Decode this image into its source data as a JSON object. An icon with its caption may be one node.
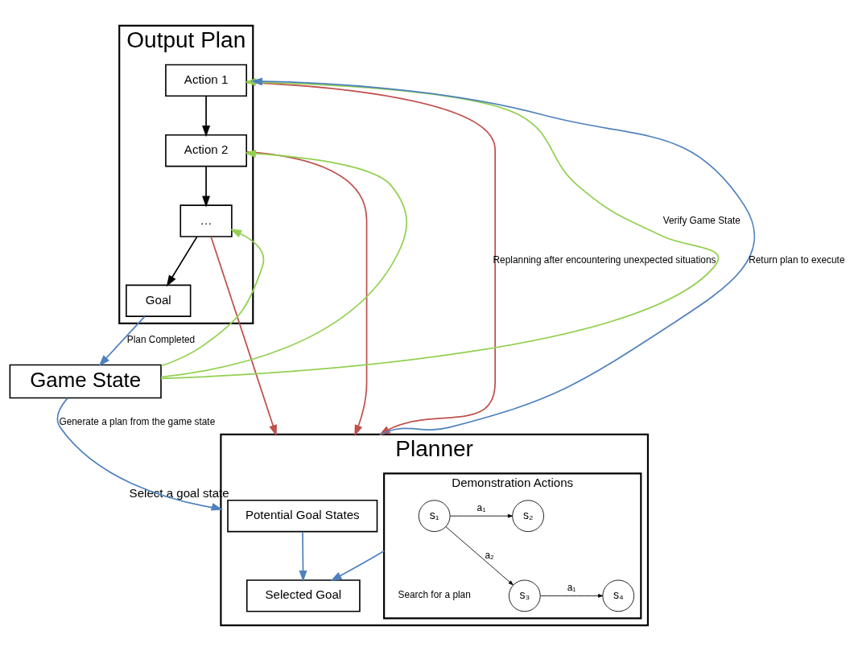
{
  "diagram": {
    "nodes": [
      {
        "text": [
          "Output Plan"
        ]
      },
      {
        "text": [
          "Action 1"
        ],
        "in": 0
      },
      {
        "text": [
          "Action 2"
        ],
        "in": 0
      },
      {
        "text": [
          "…"
        ],
        "in": 0
      },
      {
        "text": [
          "Goal"
        ],
        "in": 0
      },
      {
        "text": [
          "Game State"
        ]
      },
      {
        "text": [
          "Planner"
        ]
      },
      {
        "text": [
          "Demonstration Actions"
        ],
        "in": 6,
        "beside": [
          "Search for a plan"
        ]
      },
      {
        "text": [
          "s₁"
        ],
        "in": 7
      },
      {
        "text": [
          "s₂"
        ],
        "in": 7
      },
      {
        "text": [
          "s₃"
        ],
        "in": 7
      },
      {
        "text": [
          "s₄"
        ],
        "in": 7
      },
      {
        "text": [
          "Potential Goal States"
        ],
        "in": 6,
        "beside": [
          "Select a goal state"
        ]
      },
      {
        "text": [
          "Selected Goal"
        ],
        "in": 6
      }
    ],
    "edges": [
      {
        "from": 1,
        "to": 2,
        "arrow": "to"
      },
      {
        "from": 2,
        "to": 3,
        "arrow": "to"
      },
      {
        "from": 3,
        "to": 4,
        "arrow": "to"
      },
      {
        "from": 1,
        "to": 6,
        "arrow": "to",
        "color": "#c0504d",
        "label": "Replanning after encountering unexpected situations"
      },
      {
        "from": 2,
        "to": 6,
        "arrow": "to",
        "color": "#c0504d"
      },
      {
        "from": 3,
        "to": 6,
        "arrow": "to",
        "color": "#c0504d"
      },
      {
        "from": 5,
        "to": 1,
        "arrow": "to",
        "color": "#92d050",
        "label": "Verify Game State"
      },
      {
        "from": 5,
        "to": 2,
        "arrow": "to",
        "color": "#92d050"
      },
      {
        "from": 5,
        "to": 3,
        "arrow": "to",
        "color": "#92d050"
      },
      {
        "from": 4,
        "to": 5,
        "arrow": "to",
        "color": "#4f81bd",
        "label": "Plan Completed"
      },
      {
        "from": 5,
        "to": 6,
        "arrow": "to",
        "color": "#4f81bd",
        "label": "Generate a plan from the game state"
      },
      {
        "from": 7,
        "to": 13,
        "arrow": "to",
        "color": "#4f81bd"
      },
      {
        "from": 12,
        "to": 13,
        "arrow": "to",
        "color": "#4f81bd"
      },
      {
        "from": 6,
        "to": 0,
        "arrow": "to",
        "color": "#4f81bd",
        "label": "Return plan to execute"
      },
      {
        "from": 8,
        "to": 9,
        "arrow": "to",
        "label": "a₁"
      },
      {
        "from": 8,
        "to": 10,
        "arrow": "to",
        "label": "a₂"
      },
      {
        "from": 10,
        "to": 11,
        "arrow": "to",
        "label": "a₁"
      }
    ]
  }
}
